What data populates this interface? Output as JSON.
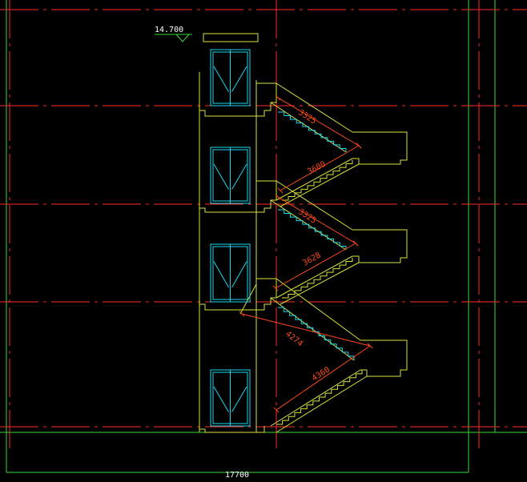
{
  "drawing": {
    "level_mark": "14.700",
    "overall_dimension": "17700",
    "flight_dimensions": [
      "3325",
      "3600",
      "3325",
      "3628",
      "4274",
      "4360"
    ]
  },
  "colors": {
    "background": "#000000",
    "grid_lines": "#ff2a2a",
    "walls": "#d8e23a",
    "windows_doors": "#19d7ee",
    "dimensions": "#ff4a1a",
    "frame": "#3ad63a"
  }
}
